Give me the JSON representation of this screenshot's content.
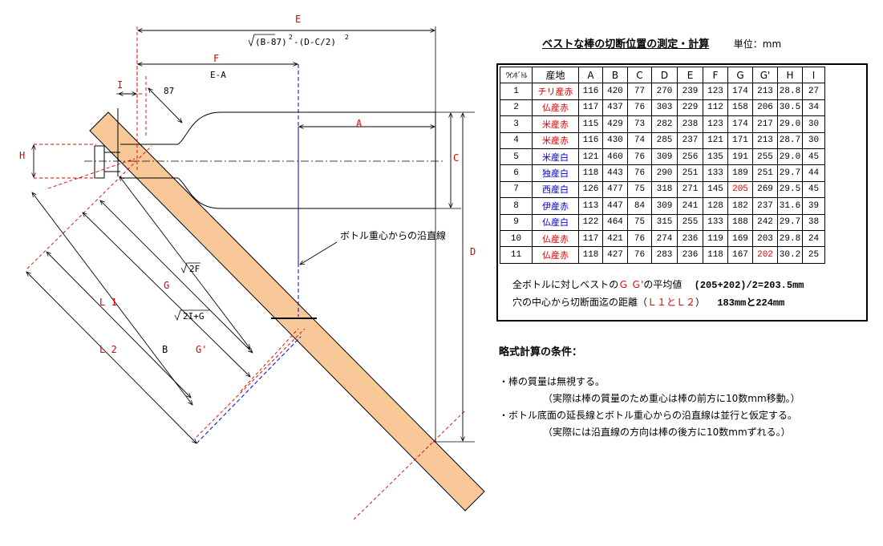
{
  "diagram": {
    "labels": {
      "E": "E",
      "E_formula_pre": "(B-87)",
      "E_formula_mid": "-(D-C/2)",
      "E_formula_sup": "2",
      "F": "F",
      "F_formula": "E-A",
      "I": "I",
      "dim87": "87",
      "H": "H",
      "A": "A",
      "C": "C",
      "D": "D",
      "plumb_line": "ボトル重心からの沿直線",
      "sqrt2F": "2F",
      "G": "G",
      "sqrt2I_G": "2I+G",
      "L1": "L 1",
      "L2": "L 2",
      "B": "B",
      "Gprime": "G'"
    }
  },
  "table": {
    "title": "ベストな棒の切断位置の測定・計算",
    "unit": "単位：mm",
    "headers": [
      "ﾜｲﾝﾎﾞﾄﾙ",
      "産地",
      "A",
      "B",
      "C",
      "D",
      "E",
      "F",
      "G",
      "G'",
      "H",
      "I"
    ],
    "rows": [
      {
        "no": "1",
        "name": "チリ産赤",
        "name_color": "red",
        "A": "116",
        "B": "420",
        "C": "77",
        "D": "270",
        "E": "239",
        "F": "123",
        "G": "174",
        "Gp": "213",
        "H": "28.8",
        "I": "27"
      },
      {
        "no": "2",
        "name": "仏産赤",
        "name_color": "red",
        "A": "117",
        "B": "437",
        "C": "76",
        "D": "303",
        "E": "229",
        "F": "112",
        "G": "158",
        "Gp": "206",
        "H": "30.5",
        "I": "34"
      },
      {
        "no": "3",
        "name": "米産赤",
        "name_color": "red",
        "A": "115",
        "B": "429",
        "C": "73",
        "D": "282",
        "E": "238",
        "F": "123",
        "G": "174",
        "Gp": "217",
        "H": "29.0",
        "I": "30"
      },
      {
        "no": "4",
        "name": "米産赤",
        "name_color": "red",
        "A": "116",
        "B": "430",
        "C": "74",
        "D": "285",
        "E": "237",
        "F": "121",
        "G": "171",
        "Gp": "213",
        "H": "28.7",
        "I": "30"
      },
      {
        "no": "5",
        "name": "米産白",
        "name_color": "blue",
        "A": "121",
        "B": "460",
        "C": "76",
        "D": "309",
        "E": "256",
        "F": "135",
        "G": "191",
        "Gp": "255",
        "H": "29.0",
        "I": "45"
      },
      {
        "no": "6",
        "name": "独産白",
        "name_color": "blue",
        "A": "118",
        "B": "443",
        "C": "76",
        "D": "290",
        "E": "251",
        "F": "133",
        "G": "189",
        "Gp": "251",
        "H": "29.7",
        "I": "44"
      },
      {
        "no": "7",
        "name": "西産白",
        "name_color": "blue",
        "A": "126",
        "B": "477",
        "C": "75",
        "D": "318",
        "E": "271",
        "F": "145",
        "G": "205",
        "G_color": "red",
        "Gp": "269",
        "H": "29.5",
        "I": "45"
      },
      {
        "no": "8",
        "name": "伊産赤",
        "name_color": "blue",
        "A": "113",
        "B": "447",
        "C": "84",
        "D": "309",
        "E": "241",
        "F": "128",
        "G": "182",
        "Gp": "237",
        "H": "31.6",
        "I": "39"
      },
      {
        "no": "9",
        "name": "仏産白",
        "name_color": "blue",
        "A": "122",
        "B": "464",
        "C": "75",
        "D": "315",
        "E": "255",
        "F": "133",
        "G": "188",
        "Gp": "242",
        "H": "29.7",
        "I": "38"
      },
      {
        "no": "10",
        "name": "仏産赤",
        "name_color": "red",
        "A": "117",
        "B": "421",
        "C": "76",
        "D": "274",
        "E": "236",
        "F": "119",
        "G": "169",
        "Gp": "203",
        "H": "29.8",
        "I": "24"
      },
      {
        "no": "11",
        "name": "仏産赤",
        "name_color": "red",
        "A": "118",
        "B": "427",
        "C": "76",
        "D": "283",
        "E": "236",
        "F": "118",
        "G": "167",
        "Gp": "202",
        "Gp_color": "red",
        "H": "30.2",
        "I": "25"
      }
    ],
    "summary": {
      "line1_pre": "全ボトルに対しベストの",
      "line1_hl": "Ｇ Ｇ'",
      "line1_post": "の平均値",
      "line1_value": "(205+202)/2=203.5mm",
      "line2_pre": "穴の中心から切断面迄の距離（",
      "line2_hl": "Ｌ１とＬ２",
      "line2_post": "）",
      "line2_value": "183mmと224mm"
    }
  },
  "conditions": {
    "title": "略式計算の条件：",
    "lines": [
      "・棒の質量は無視する。",
      "（実際は棒の質量のため重心は棒の前方に10数mm移動。）",
      "・ボトル底面の延長線とボトル重心からの沿直線は並行と仮定する。",
      "（実際には沿直線の方向は棒の後方に10数mmずれる。）"
    ]
  },
  "colors": {
    "stick": "#f8c898",
    "dim_red": "#e00000",
    "dim_blue": "#0000cc",
    "line_black": "#000000"
  }
}
